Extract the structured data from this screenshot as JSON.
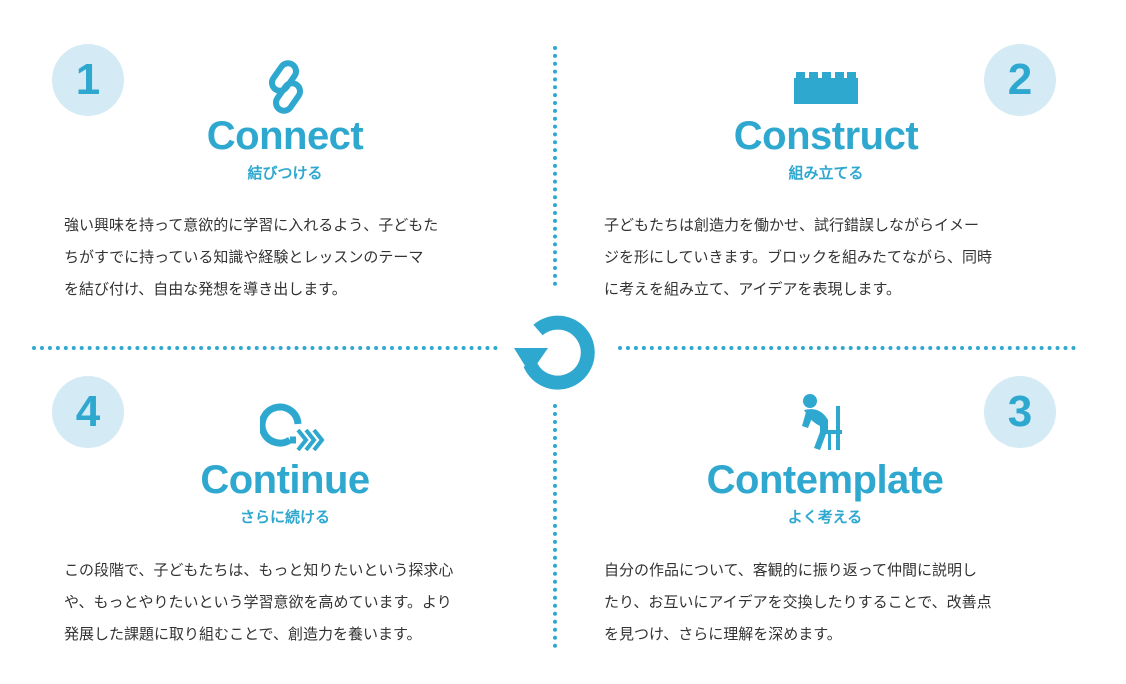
{
  "colors": {
    "accent": "#2fa8d0",
    "circle_bg": "#d4eaf4",
    "text": "#333333"
  },
  "quadrants": [
    {
      "number": "1",
      "title": "Connect",
      "subtitle": "結びつける",
      "icon": "chain-link-icon",
      "lines": [
        "強い興味を持って意欲的に学習に入れるよう、子どもた",
        "ちがすでに持っている知識や経験とレッスンのテーマ",
        "を結び付け、自由な発想を導き出します。"
      ]
    },
    {
      "number": "2",
      "title": "Construct",
      "subtitle": "組み立てる",
      "icon": "lego-brick-icon",
      "lines": [
        "子どもたちは創造力を働かせ、試行錯誤しながらイメー",
        "ジを形にしていきます。ブロックを組みたてながら、同時",
        "に考えを組み立て、アイデアを表現します。"
      ]
    },
    {
      "number": "3",
      "title": "Contemplate",
      "subtitle": "よく考える",
      "icon": "thinking-person-icon",
      "lines": [
        "自分の作品について、客観的に振り返って仲間に説明し",
        "たり、お互いにアイデアを交換したりすることで、改善点",
        "を見つけ、さらに理解を深めます。"
      ]
    },
    {
      "number": "4",
      "title": "Continue",
      "subtitle": "さらに続ける",
      "icon": "forward-cycle-icon",
      "lines": [
        "この段階で、子どもたちは、もっと知りたいという探求心",
        "や、もっとやりたいという学習意欲を高めています。より",
        "発展した課題に取り組むことで、創造力を養います。"
      ]
    }
  ],
  "center_icon": "cycle-arrow-icon"
}
